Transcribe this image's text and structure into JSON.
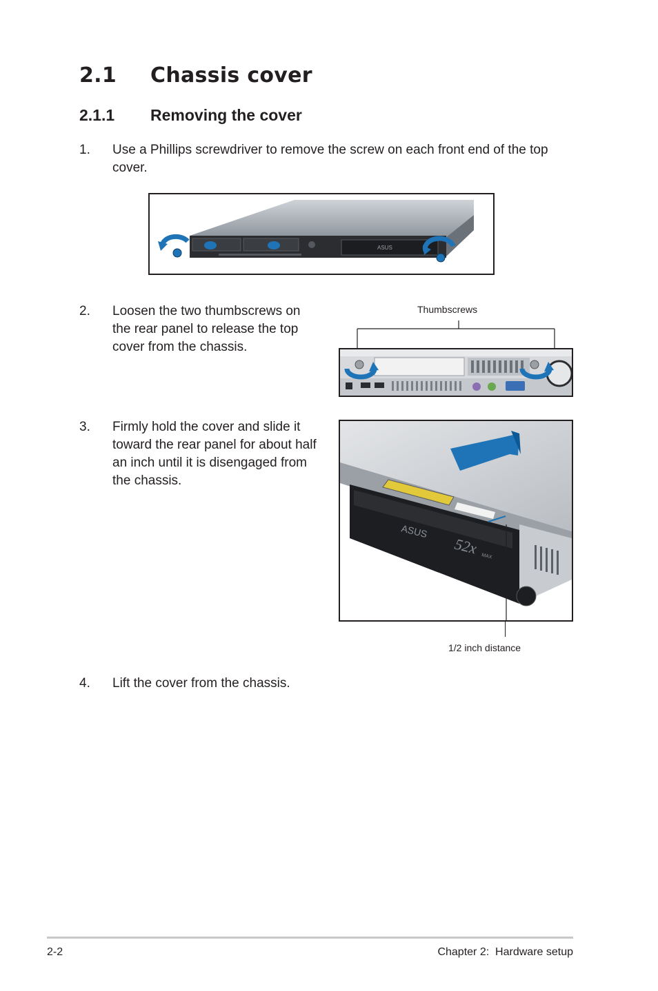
{
  "section": {
    "number": "2.1",
    "title": "Chassis cover"
  },
  "subsection": {
    "number": "2.1.1",
    "title": "Removing the cover"
  },
  "steps": [
    {
      "num": "1.",
      "lines": [
        "Use a Phillips screwdriver to remove the screw on each front end of the top",
        "cover."
      ]
    },
    {
      "num": "2.",
      "lines": [
        "Loosen the two thumbscrews on",
        "the rear panel to release the top",
        "cover from the chassis."
      ]
    },
    {
      "num": "3.",
      "lines": [
        "Firmly hold the cover and slide it",
        "toward the rear panel for about half",
        "an inch until it is disengaged from",
        "the chassis."
      ]
    },
    {
      "num": "4.",
      "lines": [
        "Lift the cover from the chassis."
      ]
    }
  ],
  "captions": {
    "thumbscrews": "Thumbscrews",
    "distance": "1/2 inch distance"
  },
  "figure_text": {
    "brand": "ASUS",
    "speed": "52x",
    "speed_suffix": "MAX"
  },
  "footer": {
    "page": "2-2",
    "chapter": "Chapter 2:  Hardware setup"
  },
  "colors": {
    "arrow_blue": "#1f74b8",
    "text": "#231f20",
    "rule": "#c8c8c8"
  }
}
